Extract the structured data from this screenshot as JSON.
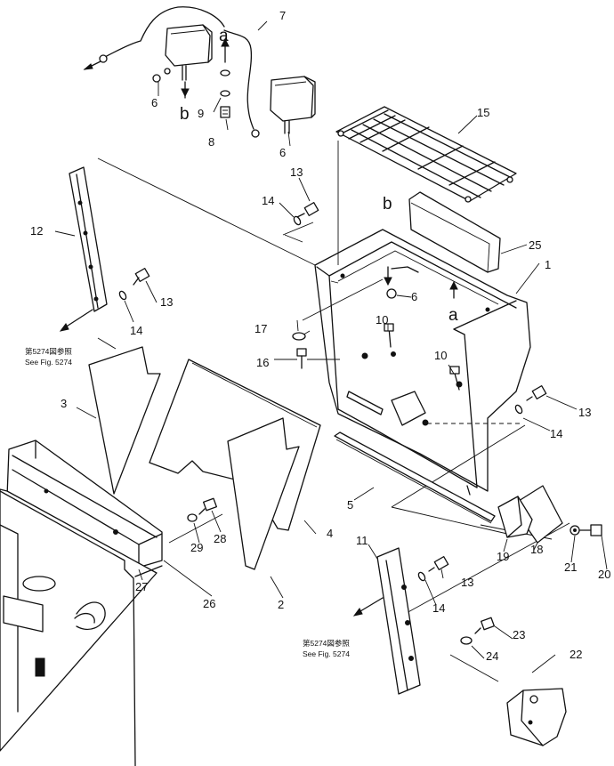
{
  "parts": [
    {
      "id": "part-1",
      "label": "1"
    },
    {
      "id": "part-2",
      "label": "2"
    },
    {
      "id": "part-3",
      "label": "3"
    },
    {
      "id": "part-4",
      "label": "4"
    },
    {
      "id": "part-5",
      "label": "5"
    },
    {
      "id": "part-6a",
      "label": "6"
    },
    {
      "id": "part-6b",
      "label": "6"
    },
    {
      "id": "part-6c",
      "label": "6"
    },
    {
      "id": "part-7",
      "label": "7"
    },
    {
      "id": "part-8",
      "label": "8"
    },
    {
      "id": "part-9",
      "label": "9"
    },
    {
      "id": "part-10a",
      "label": "10"
    },
    {
      "id": "part-10b",
      "label": "10"
    },
    {
      "id": "part-11",
      "label": "11"
    },
    {
      "id": "part-12",
      "label": "12"
    },
    {
      "id": "part-13a",
      "label": "13"
    },
    {
      "id": "part-13b",
      "label": "13"
    },
    {
      "id": "part-13c",
      "label": "13"
    },
    {
      "id": "part-13d",
      "label": "13"
    },
    {
      "id": "part-14a",
      "label": "14"
    },
    {
      "id": "part-14b",
      "label": "14"
    },
    {
      "id": "part-14c",
      "label": "14"
    },
    {
      "id": "part-14d",
      "label": "14"
    },
    {
      "id": "part-15",
      "label": "15"
    },
    {
      "id": "part-16",
      "label": "16"
    },
    {
      "id": "part-17",
      "label": "17"
    },
    {
      "id": "part-18",
      "label": "18"
    },
    {
      "id": "part-19",
      "label": "19"
    },
    {
      "id": "part-20",
      "label": "20"
    },
    {
      "id": "part-21",
      "label": "21"
    },
    {
      "id": "part-22",
      "label": "22"
    },
    {
      "id": "part-23",
      "label": "23"
    },
    {
      "id": "part-24",
      "label": "24"
    },
    {
      "id": "part-25",
      "label": "25"
    },
    {
      "id": "part-26",
      "label": "26"
    },
    {
      "id": "part-27",
      "label": "27"
    },
    {
      "id": "part-28",
      "label": "28"
    },
    {
      "id": "part-29",
      "label": "29"
    }
  ],
  "connection_marks": {
    "a_top": "a",
    "b_top": "b",
    "a_box": "a",
    "b_box": "b"
  },
  "references": {
    "left": {
      "jp": "第5274図参照",
      "en": "See Fig. 5274"
    },
    "bottom": {
      "jp": "第5274図参照",
      "en": "See Fig. 5274"
    }
  }
}
